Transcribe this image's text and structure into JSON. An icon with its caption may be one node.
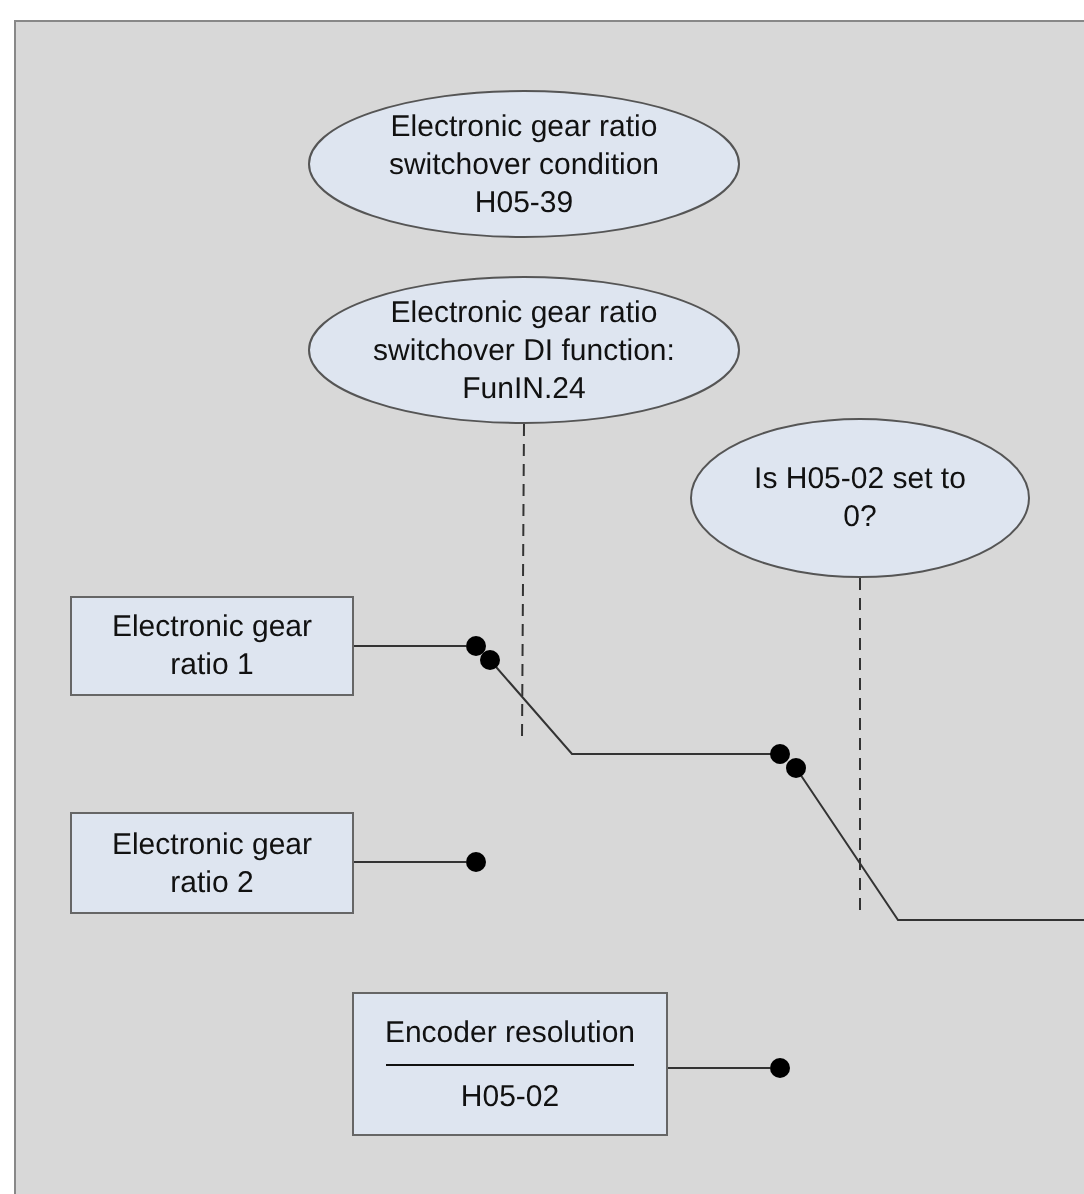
{
  "diagram": {
    "nodes": [
      {
        "text": [
          "Electronic gear ratio switchover condition H05-39"
        ]
      },
      {
        "text": [
          "Electronic gear ratio switchover DI function: FunIN.24"
        ]
      },
      {
        "text": [
          "Is H05-02 set to 0?"
        ]
      },
      {
        "text": [
          "Electronic gear ratio 1"
        ]
      },
      {
        "text": [
          "Electronic gear ratio 2"
        ]
      },
      {
        "text": [
          "Encoder resolution",
          "H05-02"
        ]
      }
    ],
    "edges": [
      {
        "from": 1,
        "to": null,
        "arrow": "none",
        "style": "dashed"
      },
      {
        "from": 2,
        "to": null,
        "arrow": "none",
        "style": "dashed"
      },
      {
        "from": 3,
        "to": null,
        "arrow": "none"
      },
      {
        "from": 4,
        "to": null,
        "arrow": "none"
      },
      {
        "from": 5,
        "to": null,
        "arrow": "none"
      }
    ]
  }
}
